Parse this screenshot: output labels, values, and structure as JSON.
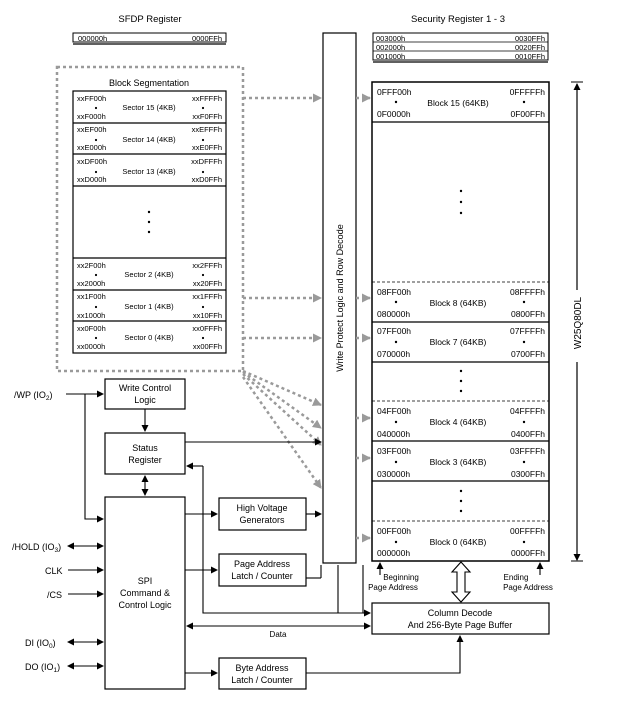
{
  "sfdp": {
    "title": "SFDP Register",
    "start": "000000h",
    "end": "0000FFh"
  },
  "security": {
    "title": "Security Register 1 - 3",
    "rows": [
      {
        "start": "003000h",
        "end": "0030FFh"
      },
      {
        "start": "002000h",
        "end": "0020FFh"
      },
      {
        "start": "001000h",
        "end": "0010FFh"
      }
    ]
  },
  "segmentation": {
    "title": "Block Segmentation",
    "sectors": [
      {
        "hi_l": "xxFF00h",
        "hi_r": "xxFFFFh",
        "name": "Sector 15 (4KB)",
        "lo_l": "xxF000h",
        "lo_r": "xxF0FFh"
      },
      {
        "hi_l": "xxEF00h",
        "hi_r": "xxEFFFh",
        "name": "Sector 14 (4KB)",
        "lo_l": "xxE000h",
        "lo_r": "xxE0FFh"
      },
      {
        "hi_l": "xxDF00h",
        "hi_r": "xxDFFFh",
        "name": "Sector 13 (4KB)",
        "lo_l": "xxD000h",
        "lo_r": "xxD0FFh"
      },
      {
        "hi_l": "xx2F00h",
        "hi_r": "xx2FFFh",
        "name": "Sector 2 (4KB)",
        "lo_l": "xx2000h",
        "lo_r": "xx20FFh"
      },
      {
        "hi_l": "xx1F00h",
        "hi_r": "xx1FFFh",
        "name": "Sector 1 (4KB)",
        "lo_l": "xx1000h",
        "lo_r": "xx10FFh"
      },
      {
        "hi_l": "xx0F00h",
        "hi_r": "xx0FFFh",
        "name": "Sector 0 (4KB)",
        "lo_l": "xx0000h",
        "lo_r": "xx00FFh"
      }
    ]
  },
  "memory": {
    "blocks": [
      {
        "hi_l": "0FFF00h",
        "hi_r": "0FFFFFh",
        "name": "Block 15 (64KB)",
        "lo_l": "0F0000h",
        "lo_r": "0F00FFh"
      },
      {
        "hi_l": "08FF00h",
        "hi_r": "08FFFFh",
        "name": "Block 8 (64KB)",
        "lo_l": "080000h",
        "lo_r": "0800FFh"
      },
      {
        "hi_l": "07FF00h",
        "hi_r": "07FFFFh",
        "name": "Block 7 (64KB)",
        "lo_l": "070000h",
        "lo_r": "0700FFh"
      },
      {
        "hi_l": "04FF00h",
        "hi_r": "04FFFFh",
        "name": "Block 4 (64KB)",
        "lo_l": "040000h",
        "lo_r": "0400FFh"
      },
      {
        "hi_l": "03FF00h",
        "hi_r": "03FFFFh",
        "name": "Block 3 (64KB)",
        "lo_l": "030000h",
        "lo_r": "0300FFh"
      },
      {
        "hi_l": "00FF00h",
        "hi_r": "00FFFFh",
        "name": "Block 0 (64KB)",
        "lo_l": "000000h",
        "lo_r": "0000FFh"
      }
    ],
    "chip_label": "W25Q80DL"
  },
  "write_protect": "Write Protect Logic and Row Decode",
  "blocks": {
    "write_control": [
      "Write Control",
      "Logic"
    ],
    "status": [
      "Status",
      "Register"
    ],
    "high_voltage": [
      "High Voltage",
      "Generators"
    ],
    "page_address": [
      "Page Address",
      "Latch / Counter"
    ],
    "spi": [
      "SPI",
      "Command &",
      "Control Logic"
    ],
    "byte_address": [
      "Byte Address",
      "Latch / Counter"
    ],
    "column_decode": [
      "Column Decode",
      "And 256-Byte Page Buffer"
    ]
  },
  "pins": {
    "wp": "/WP (IO",
    "wp_sub": "2",
    "hold": "/HOLD (IO",
    "hold_sub": "3",
    "clk": "CLK",
    "cs": "/CS",
    "di": "DI (IO",
    "di_sub": "0",
    "do": "DO (IO",
    "do_sub": "1",
    "close": ")"
  },
  "labels": {
    "beginning": [
      "Beginning",
      "Page Address"
    ],
    "ending": [
      "Ending",
      "Page Address"
    ],
    "data": "Data"
  }
}
